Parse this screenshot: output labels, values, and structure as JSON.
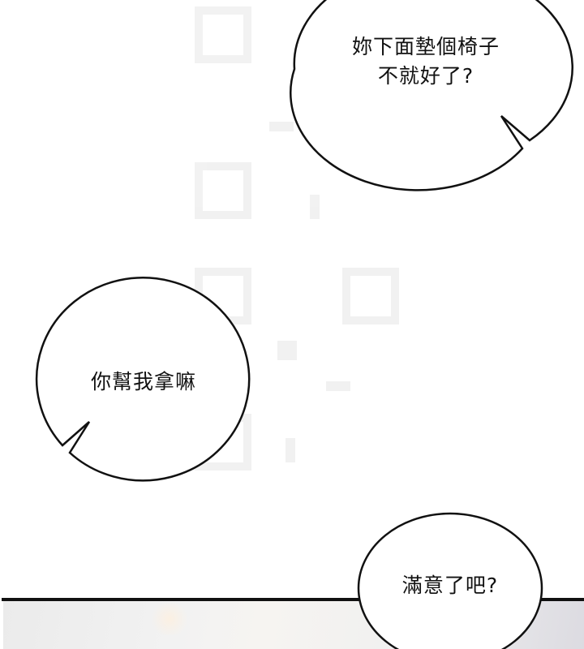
{
  "panels": {
    "top_panel": {
      "background": "#ffffff"
    },
    "bottom_panel": {
      "border_color": "#111111",
      "background": "#eeeeee"
    }
  },
  "speech_bubbles": [
    {
      "id": "bubble-top-right",
      "lines": [
        "妳下面墊個椅子",
        "不就好了?"
      ]
    },
    {
      "id": "bubble-left",
      "lines": [
        "你幫我拿嘛"
      ]
    },
    {
      "id": "bubble-bottom-right",
      "lines": [
        "滿意了吧?"
      ]
    }
  ],
  "colors": {
    "outline": "#111111",
    "text": "#111111",
    "bubble_fill": "#ffffff"
  }
}
